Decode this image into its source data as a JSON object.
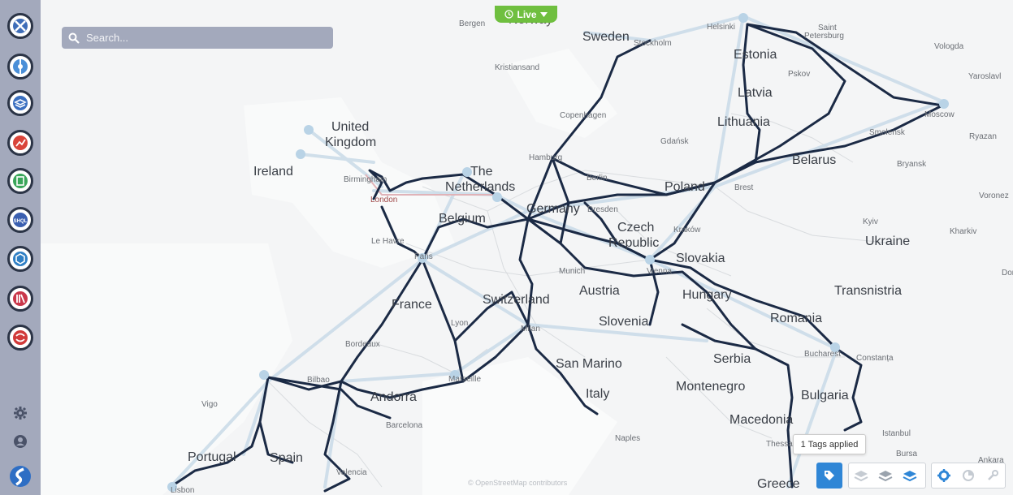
{
  "search": {
    "placeholder": "Search..."
  },
  "live": {
    "label": "Live"
  },
  "tooltip": {
    "text": "1 Tags applied"
  },
  "attribution": "© OpenStreetMap contributors",
  "labels": {
    "countries": {
      "norway": "Norway",
      "sweden": "Sweden",
      "estonia": "Estonia",
      "latvia": "Latvia",
      "lithuania": "Lithuania",
      "belarus": "Belarus",
      "uk1": "United",
      "uk2": "Kingdom",
      "ireland": "Ireland",
      "netherlands1": "The",
      "netherlands2": "Netherlands",
      "belgium": "Belgium",
      "germany": "Germany",
      "poland": "Poland",
      "czech1": "Czech",
      "czech2": "Republic",
      "slovakia": "Slovakia",
      "ukraine": "Ukraine",
      "austria": "Austria",
      "switzerland": "Switzerland",
      "france": "France",
      "hungary": "Hungary",
      "transnistria": "Transnistria",
      "romania": "Romania",
      "slovenia": "Slovenia",
      "serbia": "Serbia",
      "sanmarino": "San Marino",
      "montenegro": "Montenegro",
      "bulgaria": "Bulgaria",
      "andorra": "Andorra",
      "italy": "Italy",
      "macedonia": "Macedonia",
      "portugal": "Portugal",
      "spain": "Spain",
      "greece": "Greece"
    },
    "cities": {
      "bergen": "Bergen",
      "stockholm": "Stockholm",
      "helsinki": "Helsinki",
      "saint1": "Saint",
      "saint2": "Petersburg",
      "vologda": "Vologda",
      "yaroslavl": "Yaroslavl",
      "kristiansand": "Kristiansand",
      "pskov": "Pskov",
      "moscow": "Moscow",
      "copenhagen": "Copenhagen",
      "ryazan": "Ryazan",
      "smolensk": "Smolensk",
      "gdansk": "Gdańsk",
      "bryansk": "Bryansk",
      "hamburg": "Hamburg",
      "berlin": "Berlin",
      "birmingham": "Birmingham",
      "london": "London",
      "brest": "Brest",
      "voronezh": "Voronez",
      "dresden": "Dresden",
      "kyiv": "Kyiv",
      "kharkiv": "Kharkiv",
      "krakow": "Kraków",
      "lehavre": "Le Havre",
      "paris": "Paris",
      "munich": "Munich",
      "vienna": "Vienna",
      "donetsk": "Done",
      "lyon": "Lyon",
      "milan": "Milan",
      "bordeaux": "Bordeaux",
      "bucharest": "Bucharest",
      "constanta": "Constanța",
      "marseille": "Marseille",
      "bilbao": "Bilbao",
      "vigo": "Vigo",
      "barcelona": "Barcelona",
      "istanbul": "Istanbul",
      "naples": "Naples",
      "thessaloniki": "Thessaloniki",
      "bursa": "Bursa",
      "ankara": "Ankara",
      "valencia": "Valencia",
      "lisbon": "Lisbon"
    }
  },
  "colors": {
    "sidebar": "#a3a9bc",
    "route": "#1b2a45",
    "live": "#6fbf3f",
    "accent": "#2f86d6"
  }
}
